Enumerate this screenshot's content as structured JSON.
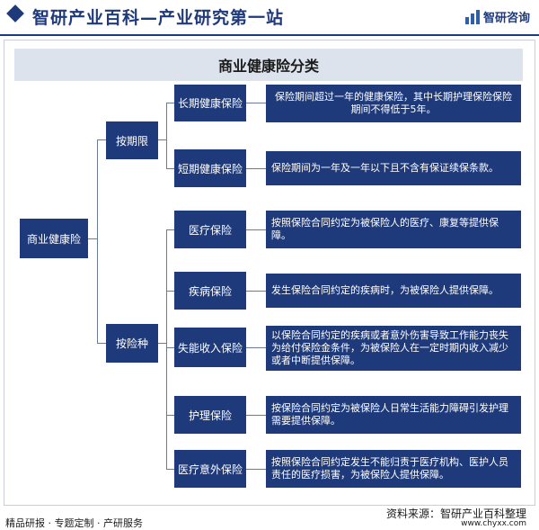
{
  "header": {
    "title": "智研产业百科—产业研究第一站",
    "logo_text": "智研咨询"
  },
  "diagram": {
    "title": "商业健康险分类",
    "root": "商业健康险",
    "groups": [
      {
        "label": "按期限",
        "items": [
          {
            "name": "长期健康保险",
            "desc": "保险期间超过一年的健康保险，其中长期护理保险保险期间不得低于5年。"
          },
          {
            "name": "短期健康保险",
            "desc": "保险期间为一年及一年以下且不含有保证续保条款。"
          }
        ]
      },
      {
        "label": "按险种",
        "items": [
          {
            "name": "医疗保险",
            "desc": "按照保险合同约定为被保险人的医疗、康复等提供保障。"
          },
          {
            "name": "疾病保险",
            "desc": "发生保险合同约定的疾病时，为被保险人提供保障。"
          },
          {
            "name": "失能收入保险",
            "desc": "以保险合同约定的疾病或者意外伤害导致工作能力丧失为给付保险金条件，为被保险人在一定时期内收入减少或者中断提供保障。"
          },
          {
            "name": "护理保险",
            "desc": "按保险合同约定为被保险人日常生活能力障碍引发护理需要提供保障。"
          },
          {
            "name": "医疗意外保险",
            "desc": "按照保险合同约定发生不能归责于医疗机构、医护人员责任的医疗损害，为被保险人提供保障。"
          }
        ]
      }
    ]
  },
  "footer": {
    "source": "资料来源：智研产业百科整理",
    "url": "www.chyxx.com",
    "slogan": "精品研报 · 专题定制 · 产研服务"
  },
  "colors": {
    "node": "#1f3a7a",
    "title_bar": "#dde3ec",
    "connector": "#6b7a99"
  }
}
